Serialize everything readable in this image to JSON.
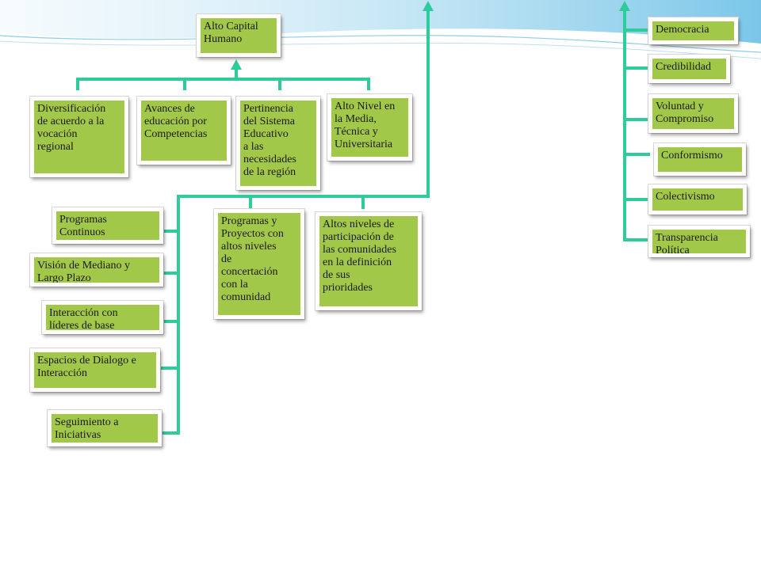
{
  "colors": {
    "box_fill": "#a2c84a",
    "connector": "#2ecc9a",
    "background": "#ffffff",
    "swoosh": "#7fc9e8"
  },
  "diagram": {
    "root": "Alto Capital\nHumano",
    "pillars": [
      "Diversificación\nde acuerdo a la\nvocación\nregional",
      "Avances de\neducación por\nCompetencias",
      "Pertinencia\ndel Sistema\nEducativo\na las\nnecesidades\nde la región",
      "Alto Nivel en\nla Media,\nTécnica y\nUniversitaria"
    ],
    "left_column": [
      "Programas\nContinuos",
      "Visión de Mediano y\nLargo Plazo",
      "Interacción con\nlíderes de base",
      "Espacios de Dialogo e\nInteracción",
      "Seguimiento a\nIniciativas"
    ],
    "middle": [
      "Programas y\nProyectos con\naltos niveles\nde\nconcertación\ncon la\ncomunidad",
      "Altos niveles de\nparticipación de\nlas comunidades\nen la definición\nde sus\nprioridades"
    ],
    "values": [
      "Democracia",
      "Credibilidad",
      "Voluntad y\nCompromiso",
      "Conformismo",
      "Colectivismo",
      "Transparencia\nPolítica"
    ]
  }
}
